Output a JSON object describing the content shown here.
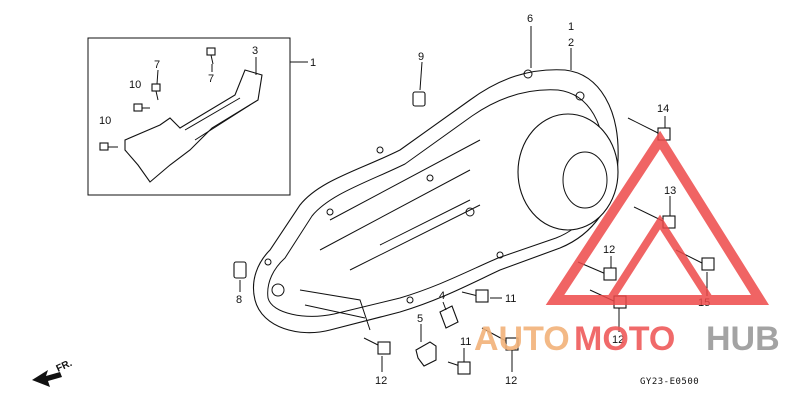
{
  "labels": {
    "l1_box": "1",
    "l1_top": "1",
    "l2": "2",
    "l3": "3",
    "l4": "4",
    "l5": "5",
    "l6": "6",
    "l7a": "7",
    "l7b": "7",
    "l8": "8",
    "l9": "9",
    "l10a": "10",
    "l10b": "10",
    "l11a": "11",
    "l11b": "11",
    "l12a": "12",
    "l12b": "12",
    "l12c": "12",
    "l12d": "12",
    "l13": "13",
    "l14": "14",
    "l15": "15"
  },
  "direction": {
    "label": "FR."
  },
  "diagram_code": "GY23-E0500",
  "watermark": {
    "word_a": "AUTO",
    "word_b": "MOTO",
    "word_c": "HUB",
    "color_a": "#f2b27a",
    "color_b": "#ef5a5a",
    "color_c": "#9a9a9a",
    "logo_color": "#ee4a4a"
  }
}
